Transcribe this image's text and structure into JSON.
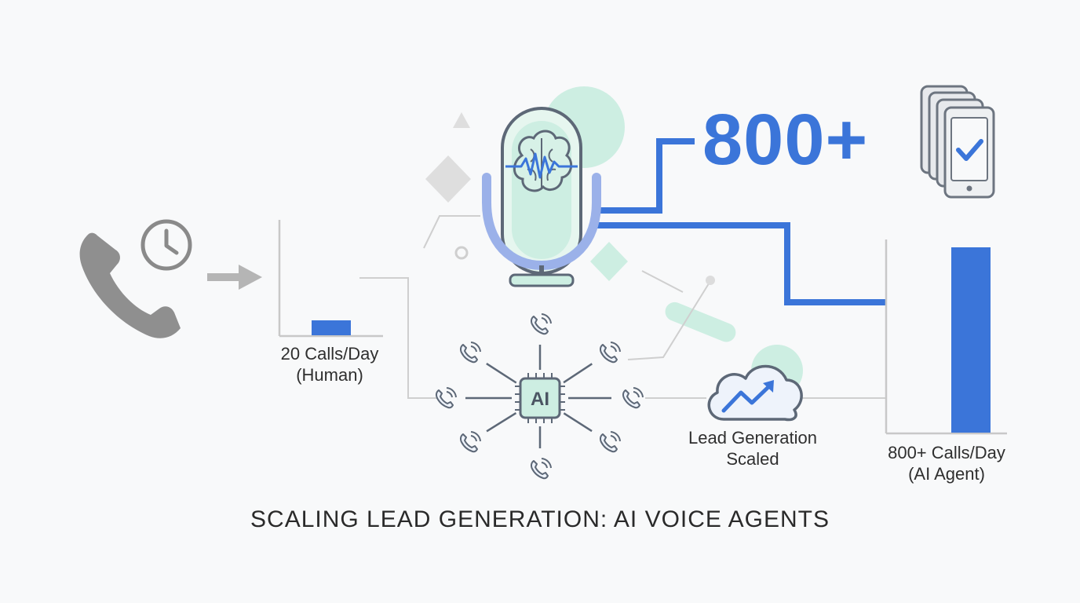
{
  "title": "SCALING LEAD GENERATION: AI VOICE AGENTS",
  "big_number": "800+",
  "human_label_line1": "20 Calls/Day",
  "human_label_line2": "(Human)",
  "agent_label_line1": "800+ Calls/Day",
  "agent_label_line2": "(AI Agent)",
  "lead_label_line1": "Lead Generation",
  "lead_label_line2": "Scaled",
  "chip_label": "AI",
  "chart_data": {
    "type": "bar",
    "categories": [
      "20 Calls/Day (Human)",
      "800+ Calls/Day (AI Agent)"
    ],
    "values": [
      20,
      800
    ]
  },
  "icons": {
    "phone": "phone-handset-icon",
    "clock": "clock-icon",
    "arrow": "arrow-right-icon",
    "mic": "microphone-brain-icon",
    "chip": "ai-chip-icon",
    "cloud": "cloud-trend-icon",
    "devices": "phone-stack-check-icon"
  },
  "colors": {
    "blue": "#3b75d9",
    "mint": "#cdeee2",
    "gray": "#8a8a8a"
  }
}
